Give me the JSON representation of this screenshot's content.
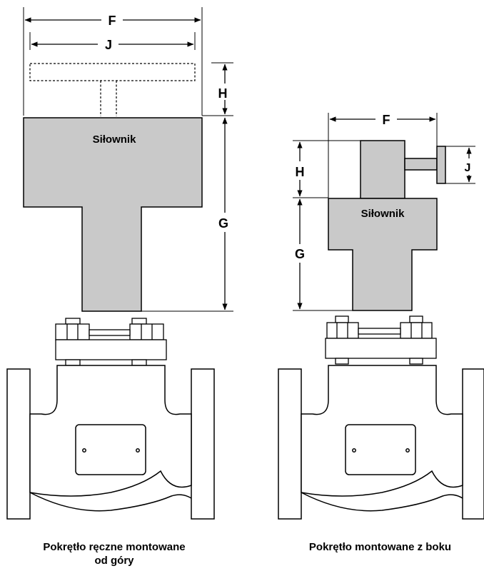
{
  "left_figure": {
    "actuator_label": "Siłownik",
    "dim_f": "F",
    "dim_j": "J",
    "dim_h": "H",
    "dim_g": "G",
    "caption_line1": "Pokrętło ręczne montowane",
    "caption_line2": "od góry"
  },
  "right_figure": {
    "actuator_label": "Siłownik",
    "dim_f": "F",
    "dim_j": "J",
    "dim_h": "H",
    "dim_g": "G",
    "caption": "Pokrętło montowane z boku"
  },
  "colors": {
    "actuator_fill": "#c9c9c9",
    "handwheel_fill": "#c9c9c9",
    "line": "#000000",
    "background": "#ffffff"
  }
}
